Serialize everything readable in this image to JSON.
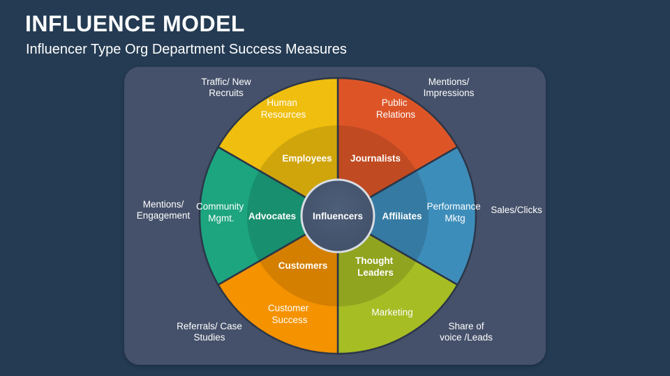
{
  "header": {
    "title": "INFLUENCE MODEL",
    "subtitle": "Influencer Type Org Department Success Measures"
  },
  "center": {
    "label": "Influencers"
  },
  "colors": {
    "page_background": "#243b53",
    "panel_background": "#45516a",
    "center_fill": "#45566f",
    "center_border": "#d8dde4",
    "text": "#ffffff",
    "divider": "#2b3648"
  },
  "chart_data": {
    "type": "pie",
    "title": "INFLUENCE MODEL",
    "subtitle": "Influencer Type Org Department Success Measures",
    "center_label": "Influencers",
    "legend_position": "none",
    "categories": [
      "Human Resources",
      "Public Relations",
      "Performance Mktg",
      "Marketing",
      "Customer Success",
      "Community Mgmt."
    ],
    "values": [
      60,
      60,
      60,
      60,
      60,
      60
    ],
    "segments": [
      {
        "department": "Human Resources",
        "influencer_type": "Employees",
        "success_measure": "Traffic/ New Recruits",
        "color": "#dd5527",
        "inner_color": "#c1491f",
        "start_angle": -90,
        "end_angle": -30
      },
      {
        "department": "Public Relations",
        "influencer_type": "Journalists",
        "success_measure": "Mentions/ Impressions",
        "color": "#3d8dba",
        "inner_color": "#3a7ea5",
        "start_angle": -90,
        "end_angle": -150
      },
      {
        "department": "Performance Mktg",
        "influencer_type": "Affiliates",
        "success_measure": "Sales/Clicks",
        "color": "#a7bd24",
        "inner_color": "#93a721",
        "start_angle": -30,
        "end_angle": 30
      },
      {
        "department": "Marketing",
        "influencer_type": "Thought Leaders",
        "success_measure": "Share of voice /Leads",
        "color": "#f59200",
        "inner_color": "#d98103",
        "start_angle": 30,
        "end_angle": 90
      },
      {
        "department": "Customer Success",
        "influencer_type": "Customers",
        "success_measure": "Referrals/ Case Studies",
        "color": "#1ca57f",
        "inner_color": "#1a9071",
        "start_angle": 90,
        "end_angle": 150
      },
      {
        "department": "Community Mgmt.",
        "influencer_type": "Advocates",
        "success_measure": "Mentions/ Engagement",
        "color": "#efbe0e",
        "inner_color": "#d5a810",
        "start_angle": 150,
        "end_angle": 210
      }
    ]
  },
  "wheel": {
    "segments": [
      {
        "id": "human-resources",
        "department": "Human\nResources",
        "influencer_type": "Employees",
        "success_measure": "Traffic/ New\nRecruits"
      },
      {
        "id": "public-relations",
        "department": "Public\nRelations",
        "influencer_type": "Journalists",
        "success_measure": "Mentions/\nImpressions"
      },
      {
        "id": "performance-mktg",
        "department": "Performance\nMktg",
        "influencer_type": "Affiliates",
        "success_measure": "Sales/Clicks"
      },
      {
        "id": "marketing",
        "department": "Marketing",
        "influencer_type": "Thought\nLeaders",
        "success_measure": "Share of\nvoice /Leads"
      },
      {
        "id": "customer-success",
        "department": "Customer\nSuccess",
        "influencer_type": "Customers",
        "success_measure": "Referrals/ Case\nStudies"
      },
      {
        "id": "community-mgmt",
        "department": "Community\nMgmt.",
        "influencer_type": "Advocates",
        "success_measure": "Mentions/\nEngagement"
      }
    ]
  }
}
